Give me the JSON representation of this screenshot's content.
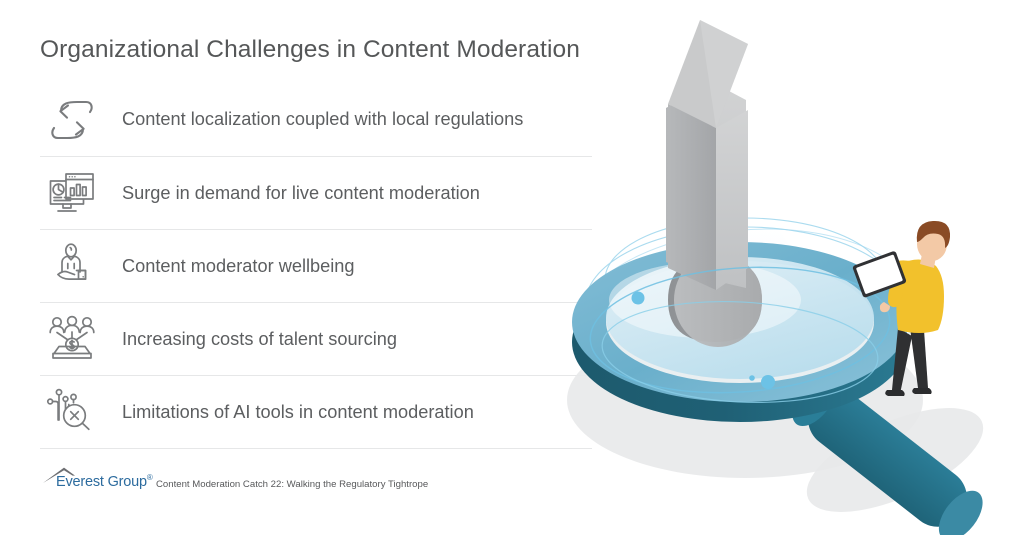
{
  "slide": {
    "title": "Organizational Challenges in Content Moderation",
    "background_color": "#ffffff",
    "title_color": "#555758",
    "divider_color": "#e6e7e8"
  },
  "challenges": [
    {
      "icon": "refresh-cycle-icon",
      "label": "Content localization coupled with local regulations"
    },
    {
      "icon": "dashboard-monitor-icon",
      "label": "Surge in demand for live content moderation"
    },
    {
      "icon": "person-in-hand-care-icon",
      "label": "Content moderator wellbeing"
    },
    {
      "icon": "people-with-money-icon",
      "label": "Increasing costs of talent sourcing"
    },
    {
      "icon": "ai-nodes-magnifier-x-icon",
      "label": "Limitations of AI tools in content moderation"
    }
  ],
  "footer": {
    "logo_name": "Everest Group",
    "logo_registered_mark": "®",
    "caption": "Content Moderation Catch 22: Walking the Regulatory Tightrope",
    "logo_color": "#2c6b9e",
    "caption_color": "#58595b"
  },
  "illustration": {
    "name": "magnifying-glass-with-exclamation-mark-and-person",
    "colors": {
      "lens_rim_light": "#74b6d2",
      "lens_rim_dark": "#1f5e72",
      "lens_glass": "#bfe0ee",
      "handle": "#256f88",
      "handle_cap": "#3e8aa3",
      "exclamation_light": "#c9cacb",
      "exclamation_mid": "#a8aaac",
      "exclamation_dark": "#8e9194",
      "shadow": "#e4e5e6",
      "accent_dot": "#5ab4dd",
      "person_shirt": "#f2c12c",
      "person_hair": "#8a4b25",
      "person_skin": "#f3c9a6",
      "person_pants": "#2f3032"
    }
  }
}
